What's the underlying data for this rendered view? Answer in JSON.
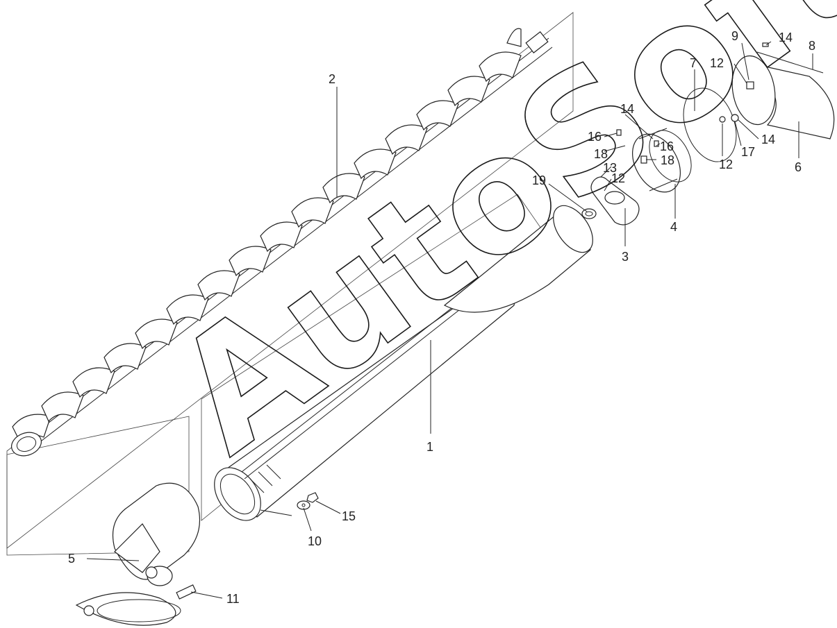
{
  "watermark": "AutoSoft",
  "labels": {
    "p1": "1",
    "p2": "2",
    "p3": "3",
    "p4": "4",
    "p5": "5",
    "p6": "6",
    "p7": "7",
    "p8": "8",
    "p9": "9",
    "p10": "10",
    "p11": "11",
    "p12a": "12",
    "p12b": "12",
    "p12c": "12",
    "p13": "13",
    "p14a": "14",
    "p14b": "14",
    "p14c": "14",
    "p15": "15",
    "p16a": "16",
    "p16b": "16",
    "p17": "17",
    "p18a": "18",
    "p18b": "18",
    "p19": "19"
  }
}
